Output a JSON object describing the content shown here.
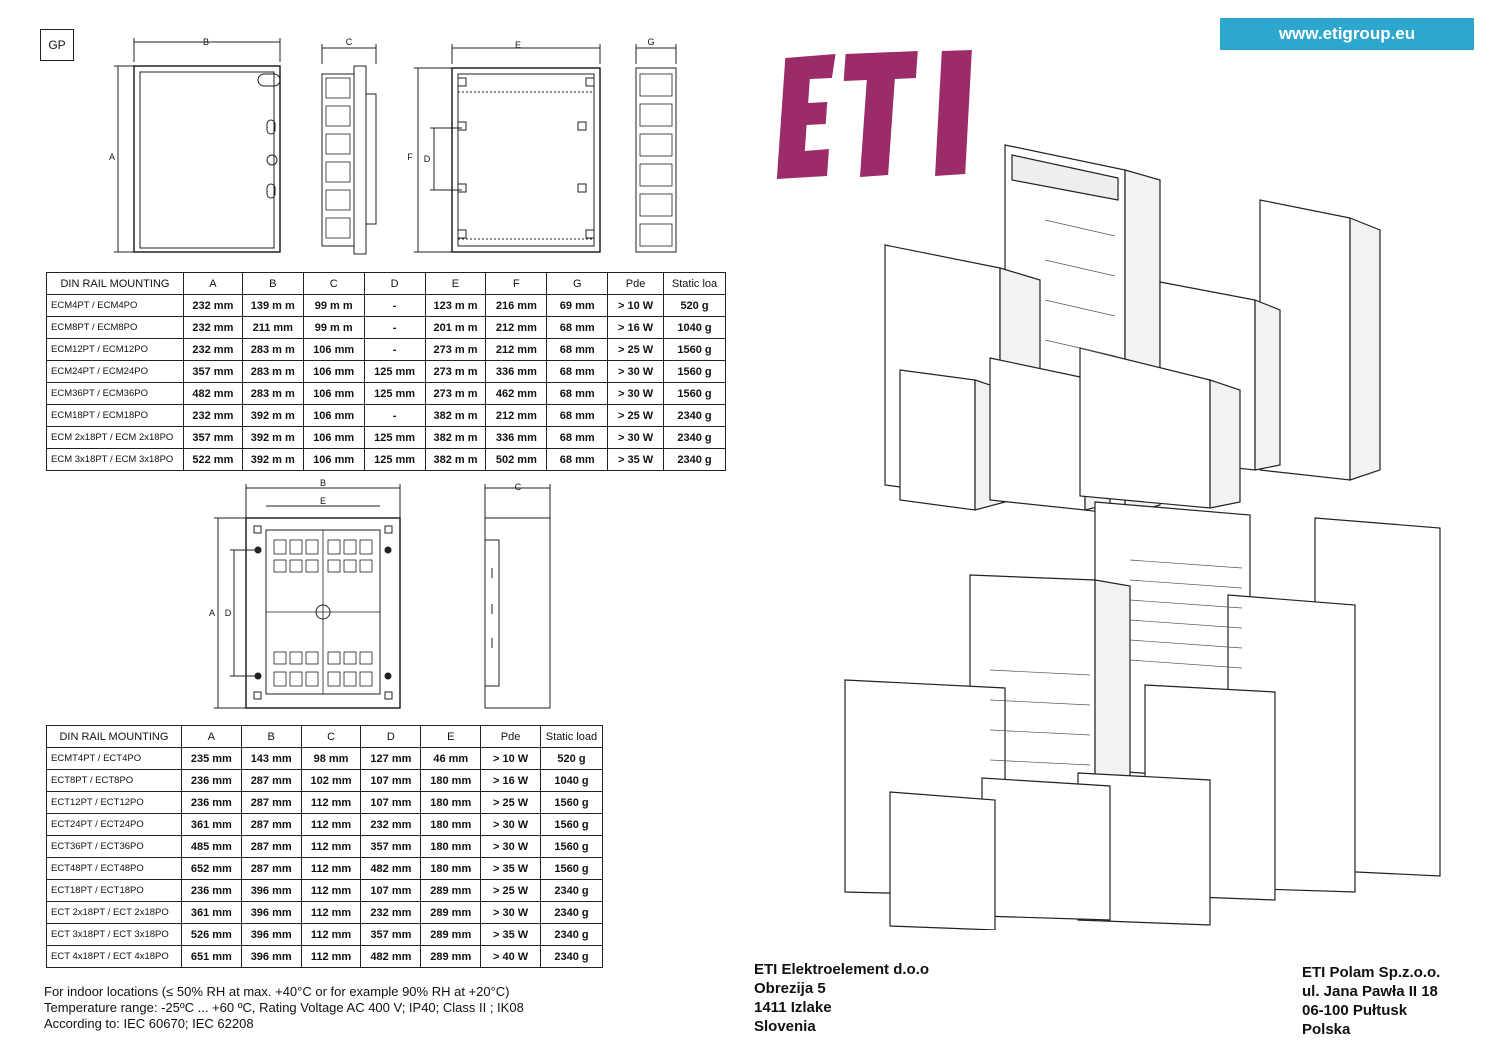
{
  "badge": "GP",
  "website": "www.etigroup.eu",
  "logo_text": "ETI",
  "drawing_labels_top": {
    "b": "B",
    "c": "C",
    "e": "E",
    "g": "G",
    "a": "A",
    "f": "F",
    "d": "D"
  },
  "drawing_labels_mid": {
    "b": "B",
    "e": "E",
    "c": "C",
    "a": "A",
    "d": "D"
  },
  "table1": {
    "headers": [
      "DIN RAIL MOUNTING",
      "A",
      "B",
      "C",
      "D",
      "E",
      "F",
      "G",
      "Pde",
      "Static loa"
    ],
    "rows": [
      [
        "ECM4PT / ECM4PO",
        "232 mm",
        "139 m m",
        "99 m m",
        "-",
        "123 m m",
        "216 mm",
        "69 mm",
        "> 10 W",
        "520 g"
      ],
      [
        "ECM8PT / ECM8PO",
        "232 mm",
        "211 mm",
        "99 m m",
        "-",
        "201 m m",
        "212 mm",
        "68 mm",
        "> 16 W",
        "1040 g"
      ],
      [
        "ECM12PT / ECM12PO",
        "232 mm",
        "283 m m",
        "106 mm",
        "-",
        "273 m m",
        "212 mm",
        "68 mm",
        "> 25 W",
        "1560 g"
      ],
      [
        "ECM24PT / ECM24PO",
        "357 mm",
        "283 m m",
        "106 mm",
        "125 mm",
        "273 m m",
        "336 mm",
        "68 mm",
        "> 30 W",
        "1560 g"
      ],
      [
        "ECM36PT / ECM36PO",
        "482 mm",
        "283 m m",
        "106 mm",
        "125 mm",
        "273 m m",
        "462 mm",
        "68 mm",
        "> 30 W",
        "1560 g"
      ],
      [
        "ECM18PT / ECM18PO",
        "232 mm",
        "392 m m",
        "106 mm",
        "-",
        "382 m m",
        "212 mm",
        "68 mm",
        "> 25 W",
        "2340 g"
      ],
      [
        "ECM 2x18PT / ECM 2x18PO",
        "357 mm",
        "392 m m",
        "106 mm",
        "125 mm",
        "382 m m",
        "336 mm",
        "68 mm",
        "> 30 W",
        "2340 g"
      ],
      [
        "ECM 3x18PT / ECM 3x18PO",
        "522 mm",
        "392 m m",
        "106 mm",
        "125 mm",
        "382 m m",
        "502 mm",
        "68 mm",
        "> 35 W",
        "2340 g"
      ]
    ]
  },
  "table2": {
    "headers": [
      "DIN RAIL MOUNTING",
      "A",
      "B",
      "C",
      "D",
      "E",
      "Pde",
      "Static load"
    ],
    "rows": [
      [
        "ECMT4PT / ECT4PO",
        "235 mm",
        "143 mm",
        "98 mm",
        "127 mm",
        "46 mm",
        "> 10 W",
        "520 g"
      ],
      [
        "ECT8PT / ECT8PO",
        "236 mm",
        "287 mm",
        "102 mm",
        "107 mm",
        "180 mm",
        "> 16 W",
        "1040 g"
      ],
      [
        "ECT12PT / ECT12PO",
        "236 mm",
        "287 mm",
        "112 mm",
        "107 mm",
        "180 mm",
        "> 25 W",
        "1560 g"
      ],
      [
        "ECT24PT / ECT24PO",
        "361 mm",
        "287 mm",
        "112 mm",
        "232 mm",
        "180 mm",
        "> 30 W",
        "1560 g"
      ],
      [
        "ECT36PT / ECT36PO",
        "485 mm",
        "287 mm",
        "112 mm",
        "357 mm",
        "180 mm",
        "> 30 W",
        "1560 g"
      ],
      [
        "ECT48PT / ECT48PO",
        "652 mm",
        "287 mm",
        "112 mm",
        "482 mm",
        "180 mm",
        "> 35 W",
        "1560 g"
      ],
      [
        "ECT18PT / ECT18PO",
        "236 mm",
        "396 mm",
        "112 mm",
        "107 mm",
        "289 mm",
        "> 25 W",
        "2340 g"
      ],
      [
        "ECT 2x18PT / ECT 2x18PO",
        "361 mm",
        "396 mm",
        "112 mm",
        "232 mm",
        "289 mm",
        "> 30 W",
        "2340 g"
      ],
      [
        "ECT 3x18PT / ECT 3x18PO",
        "526 mm",
        "396 mm",
        "112 mm",
        "357 mm",
        "289 mm",
        "> 35 W",
        "2340 g"
      ],
      [
        "ECT 4x18PT / ECT 4x18PO",
        "651 mm",
        "396 mm",
        "112 mm",
        "482 mm",
        "289 mm",
        "> 40 W",
        "2340 g"
      ]
    ]
  },
  "notes": [
    "For indoor locations (≤ 50% RH at max. +40°C or for example 90% RH at +20°C)",
    "Temperature range: -25ºC ... +60 ºC, Rating Voltage AC 400 V; IP40; Class II ; IK08",
    "According to: IEC 60670; IEC 62208"
  ],
  "address_si": [
    "ETI Elektroelement d.o.o",
    "Obrezija 5",
    "1411 Izlake",
    "Slovenia"
  ],
  "address_pl": [
    "ETI Polam Sp.z.o.o.",
    "ul. Jana Pawła II 18",
    "06-100 Pułtusk",
    "Polska"
  ],
  "colors": {
    "brand": "#9b2c68",
    "url_bg": "#2ea7cf",
    "line": "#222222"
  }
}
